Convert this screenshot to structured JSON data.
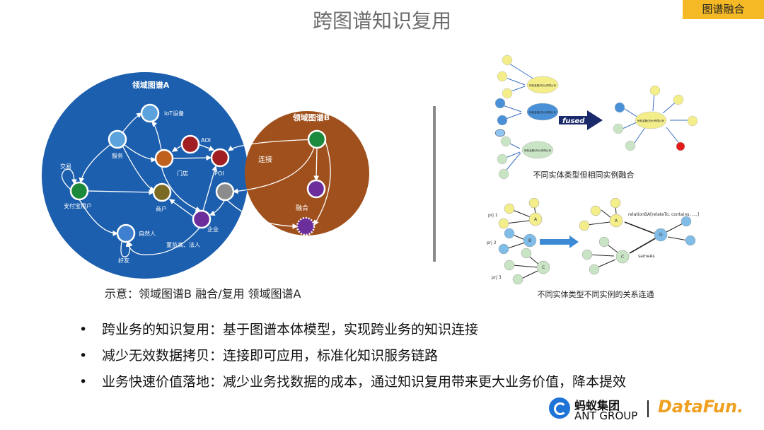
{
  "title": "跨图谱知识复用",
  "tag": "图谱融合",
  "graph_a": {
    "title": "领域图谱A",
    "nodes": {
      "iot": "IoT设备",
      "service": "服务",
      "aoi": "AOI",
      "store": "门店",
      "poi": "POI",
      "alipay_user": "支付宝用户",
      "trade": "交易",
      "merchant": "商户",
      "enterprise": "企业",
      "person": "自然人",
      "friend": "好友",
      "executive": "董监高、法人"
    }
  },
  "graph_b": {
    "title": "领域图谱B",
    "connect": "连接",
    "fuse": "融合"
  },
  "caption": "示意：领域图谱B 融合/复用 领域图谱A",
  "fused_diagram": {
    "arrow_label": "fused",
    "entity": "蚂蚁金服(杭州)有限公司",
    "caption": "不同实体类型但相同实例融合"
  },
  "relation_diagram": {
    "prj1": "prj 1",
    "prj2": "prj 2",
    "prj3": "prj 3",
    "A": "A",
    "B": "B",
    "C": "C",
    "D": "D",
    "relation": "relationBA[relateTo, contains, ....]",
    "same_as": "sameAs",
    "caption": "不同实体类型不同实例的关系连通"
  },
  "bullets": [
    "跨业务的知识复用：基于图谱本体模型，实现跨业务的知识连接",
    "减少无效数据拷贝：连接即可应用，标准化知识服务链路",
    "业务快速价值落地：减少业务找数据的成本，通过知识复用带来更大业务价值，降本提效"
  ],
  "bullet_symbol": "•",
  "logos": {
    "ant_cn": "蚂蚁集团",
    "ant_en": "ANT GROUP",
    "datafun": "DataFun."
  },
  "colors": {
    "tag": "#f5b925",
    "graph_a": "#1c5fae",
    "graph_b": "#a0501c"
  }
}
